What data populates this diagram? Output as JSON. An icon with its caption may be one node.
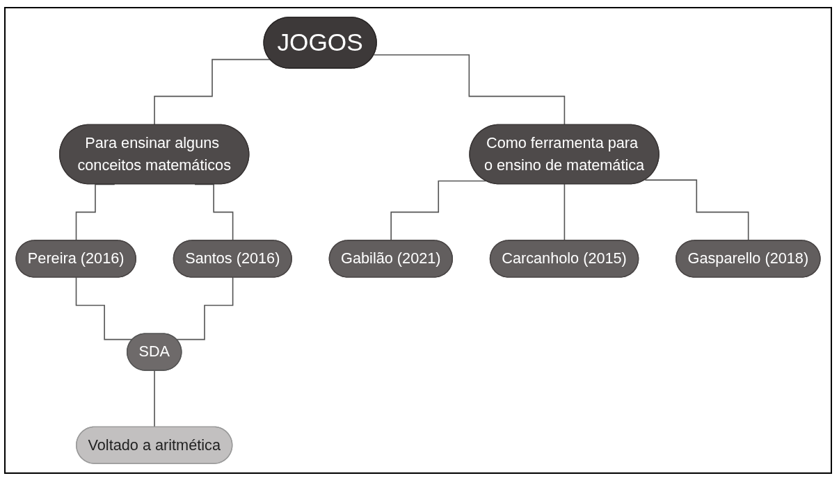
{
  "diagram": {
    "nodes": [
      {
        "text": [
          "JOGOS"
        ]
      },
      {
        "text": [
          "Para ensinar alguns conceitos matemáticos"
        ]
      },
      {
        "text": [
          "Como ferramenta para o ensino de matemática"
        ]
      },
      {
        "text": [
          "Pereira (2016)"
        ]
      },
      {
        "text": [
          "Santos (2016)"
        ]
      },
      {
        "text": [
          "Gabilão (2021)"
        ]
      },
      {
        "text": [
          "Carcanholo (2015)"
        ]
      },
      {
        "text": [
          "Gasparello (2018)"
        ]
      },
      {
        "text": [
          "SDA"
        ]
      },
      {
        "text": [
          "Voltado a aritmética"
        ]
      }
    ],
    "edges": [
      {
        "from": 0,
        "to": 1,
        "arrow": "none"
      },
      {
        "from": 0,
        "to": 2,
        "arrow": "none"
      },
      {
        "from": 1,
        "to": 3,
        "arrow": "none"
      },
      {
        "from": 1,
        "to": 4,
        "arrow": "none"
      },
      {
        "from": 2,
        "to": 5,
        "arrow": "none"
      },
      {
        "from": 2,
        "to": 6,
        "arrow": "none"
      },
      {
        "from": 2,
        "to": 7,
        "arrow": "none"
      },
      {
        "from": 3,
        "to": 8,
        "arrow": "none"
      },
      {
        "from": 4,
        "to": 8,
        "arrow": "none"
      },
      {
        "from": 8,
        "to": 9,
        "arrow": "none"
      }
    ]
  }
}
